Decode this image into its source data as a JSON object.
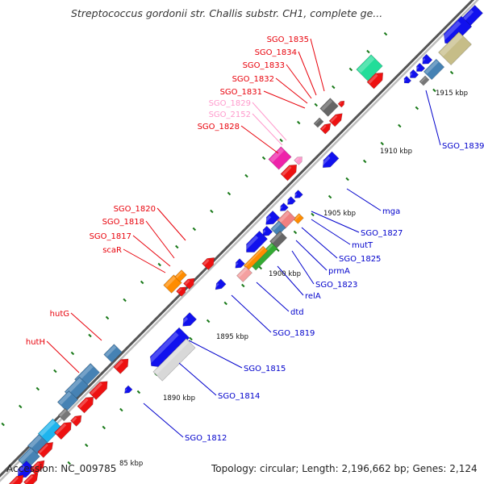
{
  "title": "Streptococcus gordonii str. Challis substr. CH1, complete ge...",
  "footer": {
    "accession": "Accession: NC_009785",
    "summary": "Topology: circular; Length: 2,196,662 bp; Genes: 2,124"
  },
  "ticks": [
    {
      "label": "1915 kbp"
    },
    {
      "label": "1910 kbp"
    },
    {
      "label": "1905 kbp"
    },
    {
      "label": "1900 kbp"
    },
    {
      "label": "1895 kbp"
    },
    {
      "label": "1890 kbp"
    },
    {
      "label": "85 kbp"
    }
  ],
  "labels_top_strand": [
    {
      "text": "SGO_1835",
      "color": "#e8000a"
    },
    {
      "text": "SGO_1834",
      "color": "#e8000a"
    },
    {
      "text": "SGO_1833",
      "color": "#e8000a"
    },
    {
      "text": "SGO_1832",
      "color": "#e8000a"
    },
    {
      "text": "SGO_1831",
      "color": "#e8000a"
    },
    {
      "text": "SGO_1829",
      "color": "#ff99cc"
    },
    {
      "text": "SGO_2152",
      "color": "#ff99cc"
    },
    {
      "text": "SGO_1828",
      "color": "#e8000a"
    },
    {
      "text": "SGO_1820",
      "color": "#e8000a"
    },
    {
      "text": "SGO_1818",
      "color": "#e8000a"
    },
    {
      "text": "SGO_1817",
      "color": "#e8000a"
    },
    {
      "text": "scaR",
      "color": "#e8000a"
    },
    {
      "text": "hutG",
      "color": "#e8000a"
    },
    {
      "text": "hutH",
      "color": "#e8000a"
    }
  ],
  "labels_bottom_strand": [
    {
      "text": "SGO_1839",
      "color": "#0000cc"
    },
    {
      "text": "mga",
      "color": "#0000cc"
    },
    {
      "text": "SGO_1827",
      "color": "#0000cc"
    },
    {
      "text": "mutT",
      "color": "#0000cc"
    },
    {
      "text": "SGO_1825",
      "color": "#0000cc"
    },
    {
      "text": "prmA",
      "color": "#0000cc"
    },
    {
      "text": "SGO_1823",
      "color": "#0000cc"
    },
    {
      "text": "relA",
      "color": "#0000cc"
    },
    {
      "text": "dtd",
      "color": "#0000cc"
    },
    {
      "text": "SGO_1819",
      "color": "#0000cc"
    },
    {
      "text": "SGO_1815",
      "color": "#0000cc"
    },
    {
      "text": "SGO_1814",
      "color": "#0000cc"
    },
    {
      "text": "SGO_1812",
      "color": "#0000cc"
    }
  ],
  "colors": {
    "backbone": "#8c8c8c",
    "forward_gene": "#ee1111",
    "reverse_gene": "#1111ee",
    "tick_mark": "#1a7a1a"
  }
}
